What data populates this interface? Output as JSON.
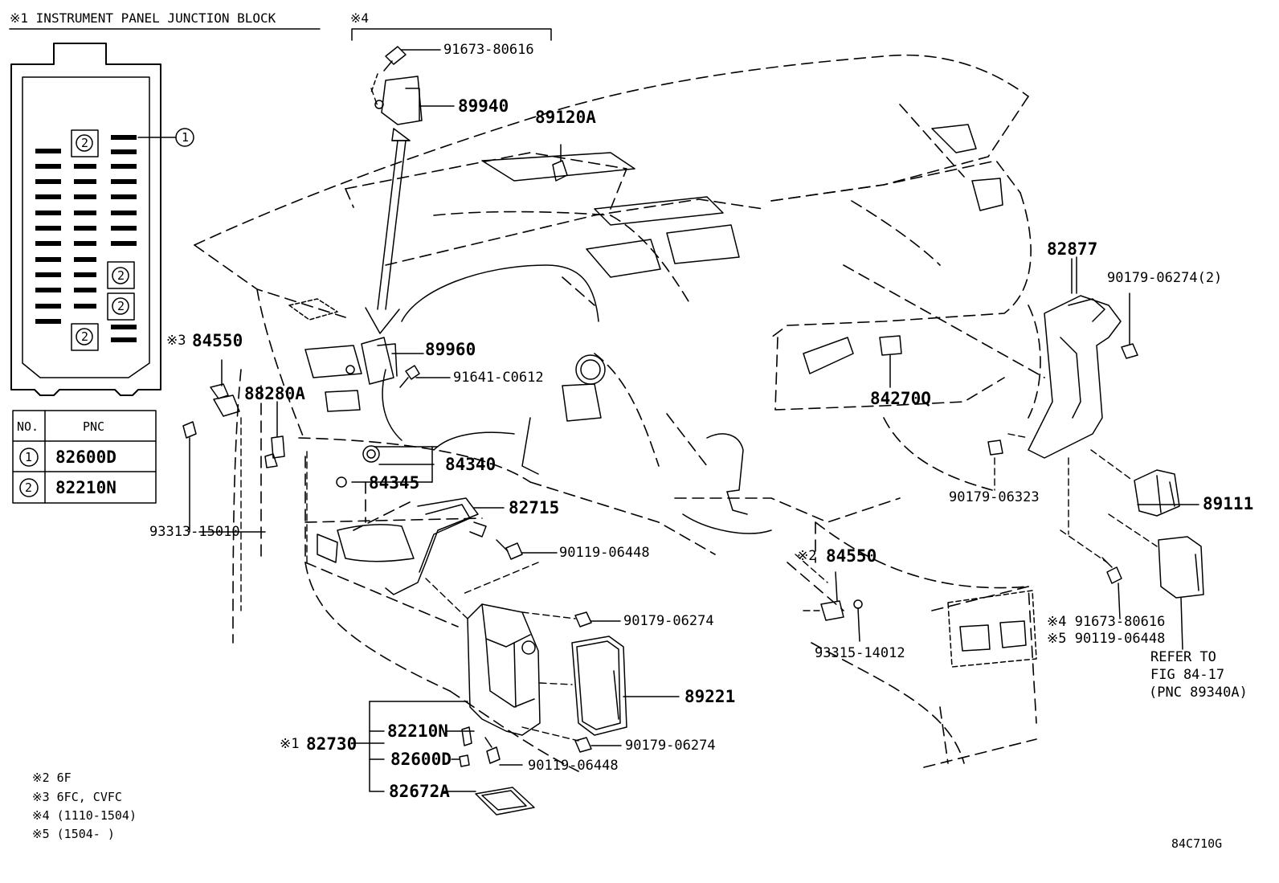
{
  "header": {
    "junction_block_title": "※1 INSTRUMENT PANEL JUNCTION BLOCK",
    "group4_mark": "※4"
  },
  "pnc_table": {
    "col_no": "NO.",
    "col_pnc": "PNC",
    "rows": [
      {
        "no": "1",
        "pnc": "82600D"
      },
      {
        "no": "2",
        "pnc": "82210N"
      }
    ]
  },
  "fuse_block": {
    "callout_1": "1",
    "callout_2": "2"
  },
  "parts": {
    "p91673_top": "91673-80616",
    "p89940": "89940",
    "p89120A": "89120A",
    "p82877": "82877",
    "p90179_2": "90179-06274(2)",
    "p84550_a_mark": "※3",
    "p84550_a": "84550",
    "p89960": "89960",
    "p88280A": "88280A",
    "p91641": "91641-C0612",
    "p84270Q": "84270Q",
    "p84340": "84340",
    "p84345": "84345",
    "p90179_06323": "90179-06323",
    "p89111": "89111",
    "p82715": "82715",
    "p93313": "93313-15010",
    "p90119_a": "90119-06448",
    "p84550_b_mark": "※2",
    "p84550_b": "84550",
    "p90179_a": "90179-06274",
    "p91673_b": "※4 91673-80616",
    "p90119_b": "※5 90119-06448",
    "p93315": "93315-14012",
    "p89221": "89221",
    "p82730_mark": "※1",
    "p82730": "82730",
    "p82210N": "82210N",
    "p82600D": "82600D",
    "p82672A": "82672A",
    "p90179_b": "90179-06274",
    "p90119_c": "90119-06448"
  },
  "refer": {
    "line1": "REFER TO",
    "line2": "FIG 84-17",
    "line3": "(PNC 89340A)"
  },
  "notes": [
    "※2 6F",
    "※3 6FC, CVFC",
    "※4 (1110-1504)",
    "※5 (1504-     )"
  ],
  "figure_code": "84C710G"
}
